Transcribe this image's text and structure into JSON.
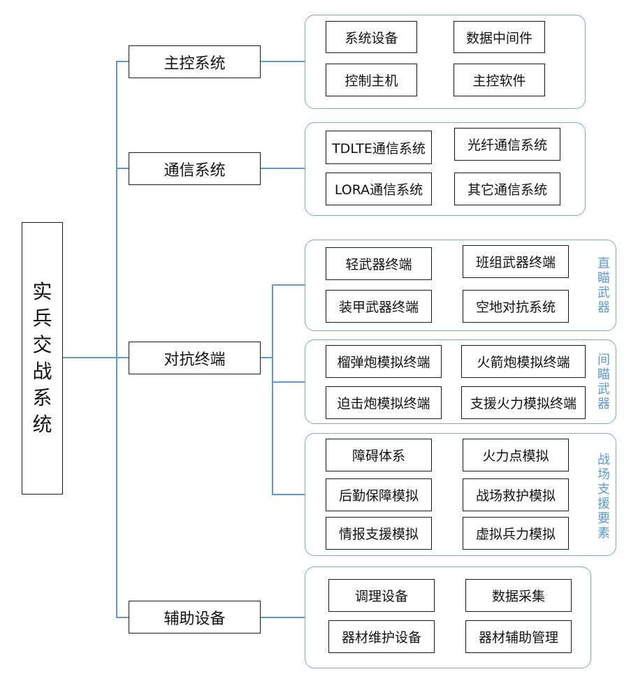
{
  "root": {
    "chars": [
      "实",
      "兵",
      "交",
      "战",
      "系",
      "统"
    ]
  },
  "branches": {
    "zhukong": {
      "label": "主控系统",
      "items": [
        "系统设备",
        "数据中间件",
        "控制主机",
        "主控软件"
      ]
    },
    "tongxin": {
      "label": "通信系统",
      "items": [
        "TDLTE通信系统",
        "光纤通信系统",
        "LORA通信系统",
        "其它通信系统"
      ]
    },
    "duikang": {
      "label": "对抗终端",
      "groups": {
        "zhimiao": {
          "label_chars": [
            "直",
            "瞄",
            "武",
            "器"
          ],
          "items": [
            "轻武器终端",
            "班组武器终端",
            "装甲武器终端",
            "空地对抗系统"
          ]
        },
        "jianmiao": {
          "label_chars": [
            "间",
            "瞄",
            "武",
            "器"
          ],
          "items": [
            "榴弹炮模拟终端",
            "火箭炮模拟终端",
            "迫击炮模拟终端",
            "支援火力模拟终端"
          ]
        },
        "zhanchang": {
          "label_chars": [
            "战",
            "场",
            "支",
            "援",
            "要",
            "素"
          ],
          "items": [
            "障碍体系",
            "火力点模拟",
            "后勤保障模拟",
            "战场救护模拟",
            "情报支援模拟",
            "虚拟兵力模拟"
          ]
        }
      }
    },
    "fuzhu": {
      "label": "辅助设备",
      "items": [
        "调理设备",
        "数据采集",
        "器材维护设备",
        "器材辅助管理"
      ]
    }
  },
  "colors": {
    "connector": "#5b9bd5",
    "group_border": "#7fa7d1",
    "group_label": "#5b9bd5",
    "box_border": "#1a1a1a"
  }
}
